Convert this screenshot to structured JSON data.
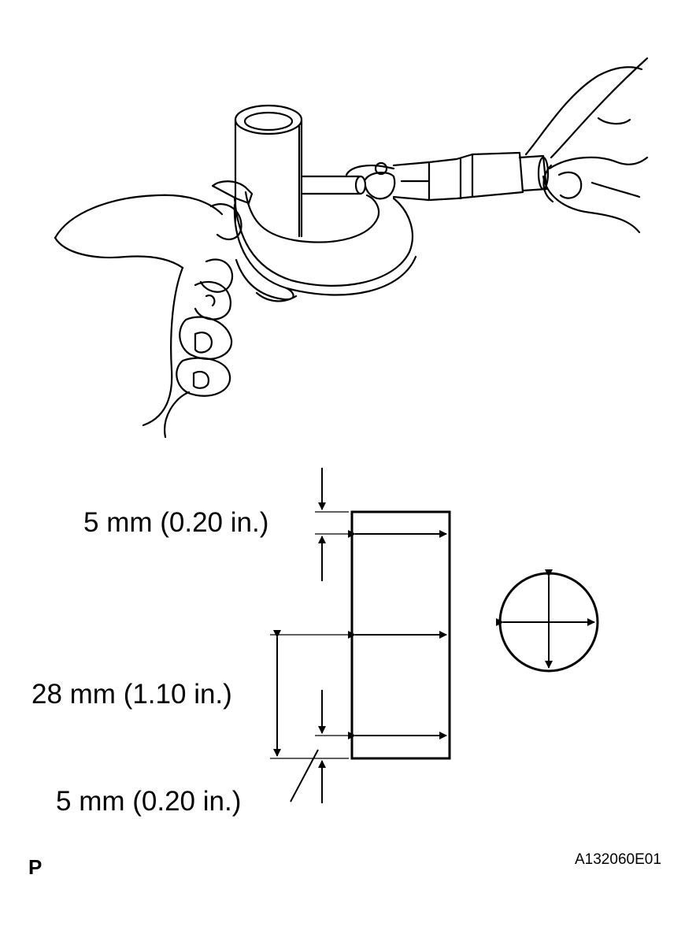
{
  "labels": {
    "top_measure": "5 mm (0.20 in.)",
    "middle_measure": "28 mm (1.10 in.)",
    "bottom_measure": "5 mm (0.20 in.)"
  },
  "footer": {
    "view_mark": "P",
    "figure_code": "A132060E01"
  },
  "colors": {
    "line": "#000000",
    "background": "#ffffff"
  },
  "icons": [
    "micrometer-illustration",
    "hand-illustration",
    "bushing-cross-section",
    "direction-arrows"
  ]
}
